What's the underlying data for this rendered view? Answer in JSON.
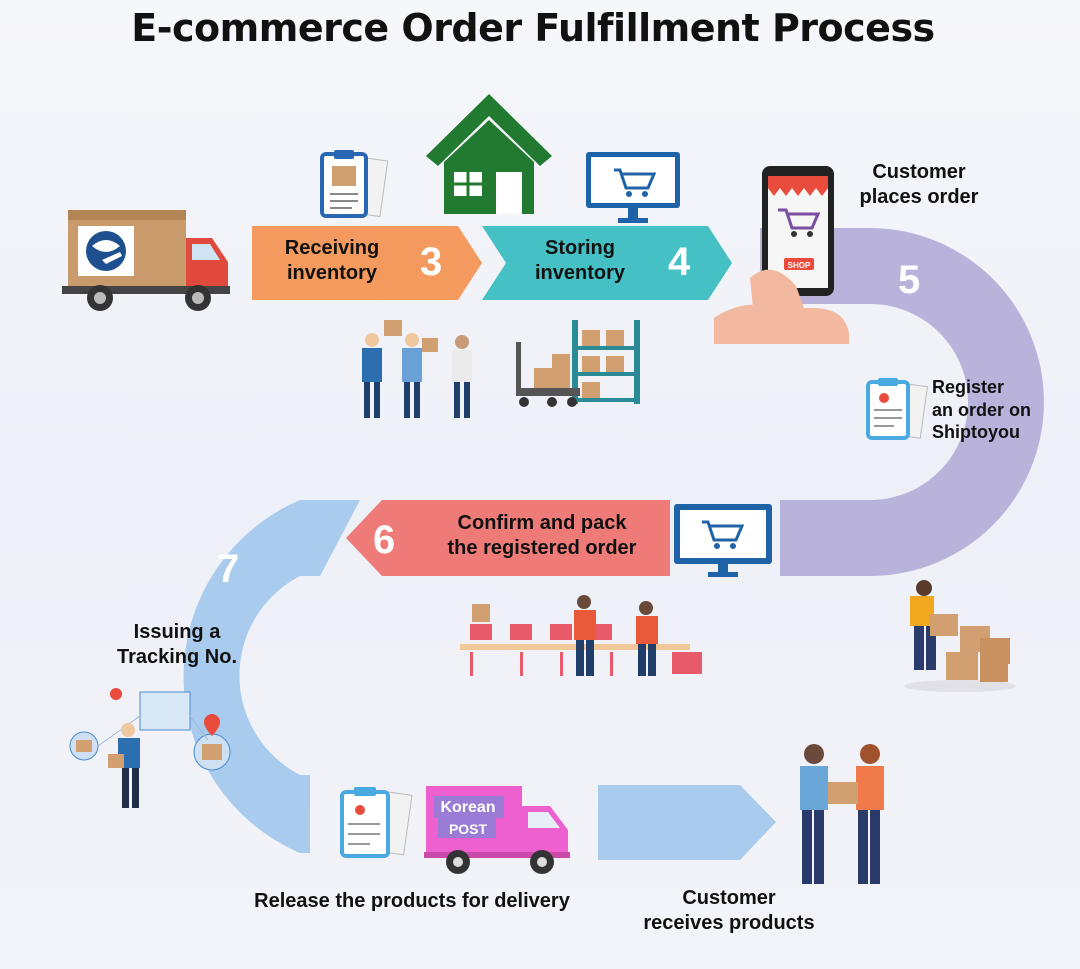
{
  "title": "E-commerce Order Fulfillment Process",
  "steps": [
    {
      "number": "3",
      "label_line1": "Receiving",
      "label_line2": "inventory"
    },
    {
      "number": "4",
      "label_line1": "Storing",
      "label_line2": "inventory"
    },
    {
      "number": "5",
      "label_line1": "Customer",
      "label_line2": "places order"
    },
    {
      "number": "6",
      "label_line1": "Confirm and pack",
      "label_line2": "the registered order"
    },
    {
      "number": "7",
      "label_line1": "Issuing a",
      "label_line2": "Tracking No."
    }
  ],
  "register": {
    "line1": "Register",
    "line2": "an order on",
    "line3": "Shiptoyou"
  },
  "phone_sign": "SHOP",
  "truck_text": {
    "line1": "Korean",
    "line2": "POST"
  },
  "release_label": "Release the products for delivery",
  "receive_label": {
    "line1": "Customer",
    "line2": "receives products"
  },
  "colors": {
    "receiving": "#f49a5e",
    "storing": "#45c0c4",
    "loop": "#b9b3dc",
    "confirm": "#ef7b78",
    "tracking": "#a9cbee",
    "house": "#227a30"
  }
}
